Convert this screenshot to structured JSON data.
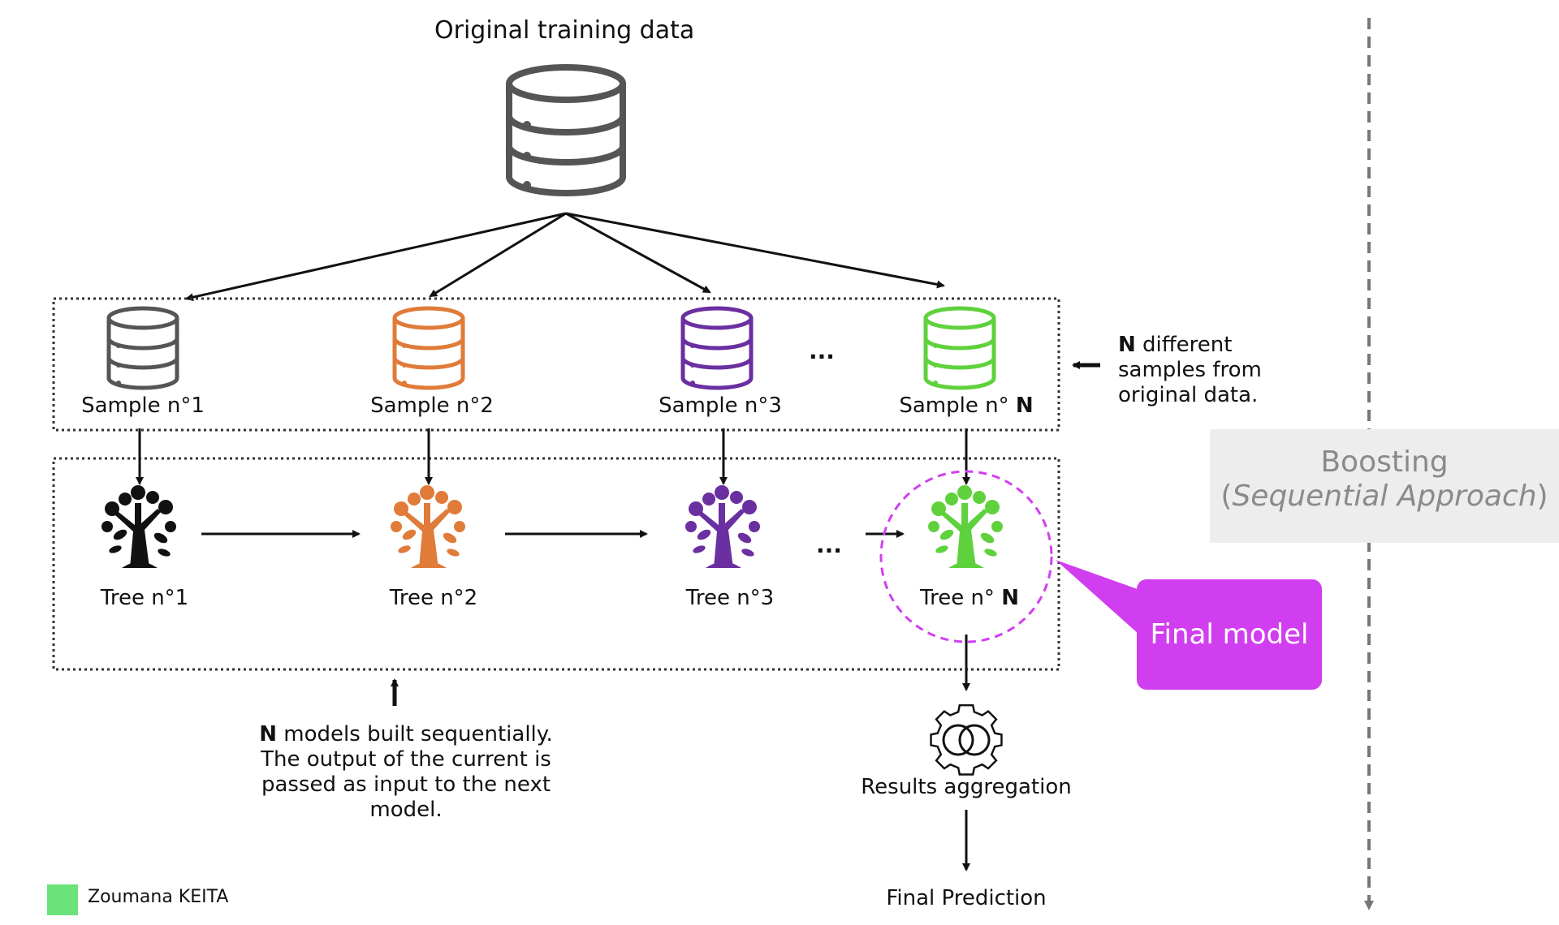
{
  "diagram": {
    "title": "Original training data",
    "samples": [
      {
        "label": "Sample n°1",
        "color": "#555555"
      },
      {
        "label": "Sample n°2",
        "color": "#e07b39"
      },
      {
        "label": "Sample n°3",
        "color": "#6a2fa0"
      },
      {
        "label_prefix": "Sample n°",
        "label_bold": "N",
        "color": "#5fd13d"
      }
    ],
    "trees": [
      {
        "label": "Tree n°1",
        "color": "#111111"
      },
      {
        "label": "Tree n°2",
        "color": "#e07b39"
      },
      {
        "label": "Tree n°3",
        "color": "#6a2fa0"
      },
      {
        "label_prefix": "Tree n° ",
        "label_bold": "N",
        "color": "#5fd13d"
      }
    ],
    "ellipsis": "...",
    "samples_note": {
      "bold": "N",
      "rest_line1": " different",
      "line2": "samples from",
      "line3": "original data."
    },
    "models_note": {
      "bold": "N",
      "rest_line1": " models built sequentially.",
      "line2": "The output of the current is",
      "line3": "passed as input to the next",
      "line4": "model."
    },
    "aggregation": "Results aggregation",
    "final_prediction": "Final Prediction",
    "final_model": "Final model",
    "boosting": {
      "title": "Boosting",
      "open": "(",
      "subtitle": "Sequential Approach",
      "close": ")"
    },
    "author": "Zoumana KEITA",
    "colors": {
      "gray": "#555555",
      "orange": "#e07b39",
      "purple": "#6a2fa0",
      "green": "#5fd13d",
      "magenta": "#d13ef0",
      "boosting_bg": "#ededed",
      "logo": "#6be37a"
    }
  }
}
